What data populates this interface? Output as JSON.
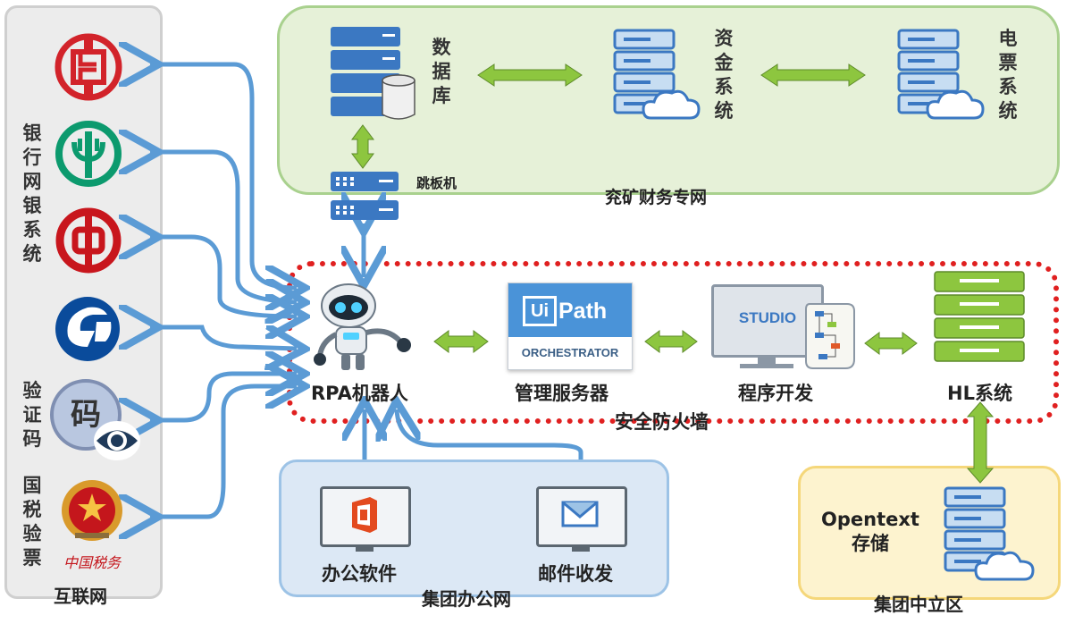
{
  "colors": {
    "arrow_blue": "#5b9bd5",
    "arrow_green": "#8dc63f",
    "firewall_red": "#e02020",
    "finance_panel_bg": "#e6f1d8",
    "finance_panel_border": "#a9d18e",
    "office_panel_bg": "#dce8f5",
    "office_panel_border": "#9dc3e6",
    "neutral_panel_bg": "#fdf3cf",
    "neutral_panel_border": "#f5d77a",
    "internet_panel_bg": "#ececec",
    "internet_panel_border": "#cfcfcf"
  },
  "internet": {
    "title": "互联网",
    "bank_label": "银\n行\n网\n银\n系\n统",
    "captcha_label": "验\n证\n码",
    "tax_label": "国\n税\n验\n票",
    "captcha_glyph": "码",
    "tax_logo_text": "中国税务",
    "icons": [
      "icbc-logo-icon",
      "abc-logo-icon",
      "boc-logo-icon",
      "ccb-logo-icon",
      "captcha-eye-icon",
      "tax-emblem-icon"
    ]
  },
  "finance_net": {
    "title": "兖矿财务专网",
    "database": "数\n据\n库",
    "funds": "资\n金\n系\n统",
    "invoice": "电\n票\n系\n统",
    "jump_server": "跳板机"
  },
  "firewall": {
    "title": "安全防火墙",
    "robot": "RPA机器人",
    "orchestrator": "管理服务器",
    "orchestrator_brand_ui": "Ui",
    "orchestrator_brand_path": "Path",
    "orchestrator_caption": "ORCHESTRATOR",
    "studio": "程序开发",
    "studio_caption": "STUDIO",
    "hl": "HL系统"
  },
  "office": {
    "title": "集团办公网",
    "software": "办公软件",
    "mail": "邮件收发"
  },
  "neutral": {
    "title": "集团中立区",
    "opentext": "Opentext\n存储"
  }
}
